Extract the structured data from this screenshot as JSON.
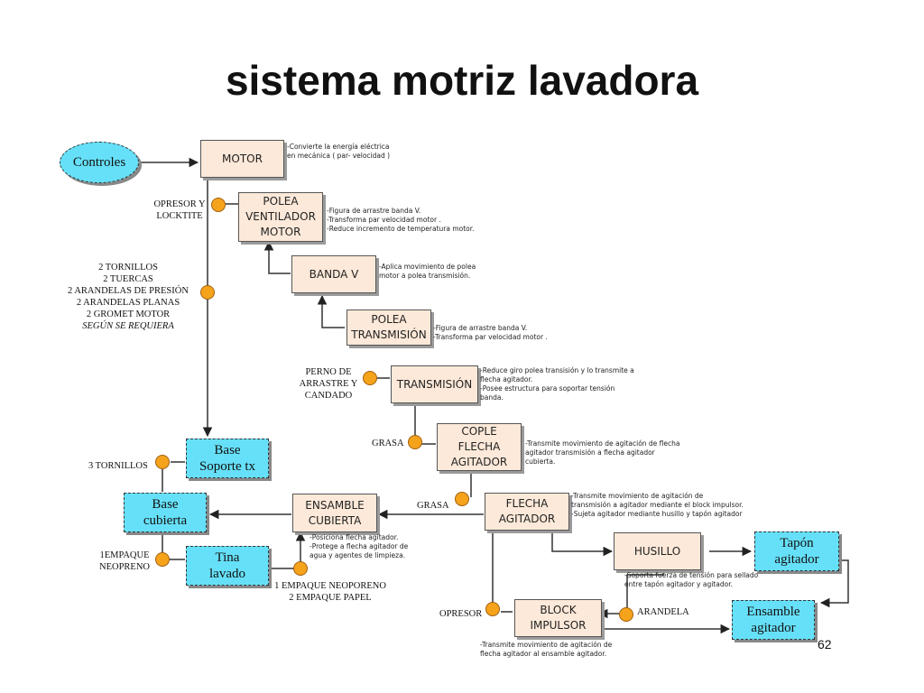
{
  "title": "sistema motriz lavadora",
  "page_number": "62",
  "nodes": {
    "controles": "Controles",
    "motor": "MOTOR",
    "polea_ventilador": "POLEA\nVENTILADOR\nMOTOR",
    "banda_v": "BANDA V",
    "polea_transmision": "POLEA\nTRANSMISIÓN",
    "transmision": "TRANSMISIÓN",
    "cople": "COPLE\nFLECHA\nAGITADOR",
    "flecha_agitador": "FLECHA\nAGITADOR",
    "husillo": "HUSILLO",
    "block_impulsor": "BLOCK\nIMPULSOR",
    "ensamble_cubierta": "ENSAMBLE\nCUBIERTA",
    "base_soporte": "Base\nSoporte tx",
    "base_cubierta": "Base\ncubierta",
    "tina_lavado": "Tina\nlavado",
    "tapon_agitador": "Tapón\nagitador",
    "ensamble_agitador": "Ensamble\nagitador"
  },
  "notes": {
    "motor": "-Convierte la energía eléctrica\nen mecánica ( par- velocidad )",
    "polea_ventilador": "-Figura de arrastre banda V.\n-Transforma par velocidad motor .\n-Reduce incremento de temperatura motor.",
    "banda_v": "-Aplica movimiento de polea\nmotor a polea transmisión.",
    "polea_transmision": "-Figura de arrastre banda V.\n-Transforma par velocidad motor .",
    "transmision": "-Reduce giro polea transisión y lo transmite a\nflecha agitador.\n-Posee estructura para soportar tensión\nbanda.",
    "cople": "-Transmite movimiento de agitación de flecha\nagitador transmisión a flecha agitador\ncubierta.",
    "flecha_agitador": "-Transmite movimiento de agitación de\ntransmisión a agitador mediante el block impulsor.\n-Sujeta agitador mediante husillo y tapón agitador",
    "ensamble_cubierta": "-Posiciona flecha agitador.\n-Protege a flecha agitador de\nagua y agentes de limpieza.",
    "husillo": "-Soporta fuerza de tensión para sellado\nentre tapón agitador y agitador.",
    "block_impulsor": "-Transmite movimiento de agitación de\nflecha agitador al ensamble agitador."
  },
  "labels": {
    "opresor_locktite": "OPRESOR Y\nLOCKTITE",
    "fasteners": "2 TORNILLOS\n2 TUERCAS\n2 ARANDELAS DE PRESIÓN\n2 ARANDELAS PLANAS\n2 GROMET MOTOR",
    "segun": "SEGÚN SE REQUIERA",
    "perno": "PERNO DE\nARRASTRE Y\nCANDADO",
    "grasa_1": "GRASA",
    "grasa_2": "GRASA",
    "tornillos_3": "3 TORNILLOS",
    "empaque_neopreno": "1EMPAQUE\nNEOPRENO",
    "empaques": "1 EMPAQUE NEOPORENO\n2 EMPAQUE PAPEL",
    "opresor": "OPRESOR",
    "arandela": "ARANDELA"
  },
  "colors": {
    "component_fill": "#fde9d9",
    "assembly_fill": "#66e0f8",
    "fastener_dot": "#f6a31c"
  }
}
